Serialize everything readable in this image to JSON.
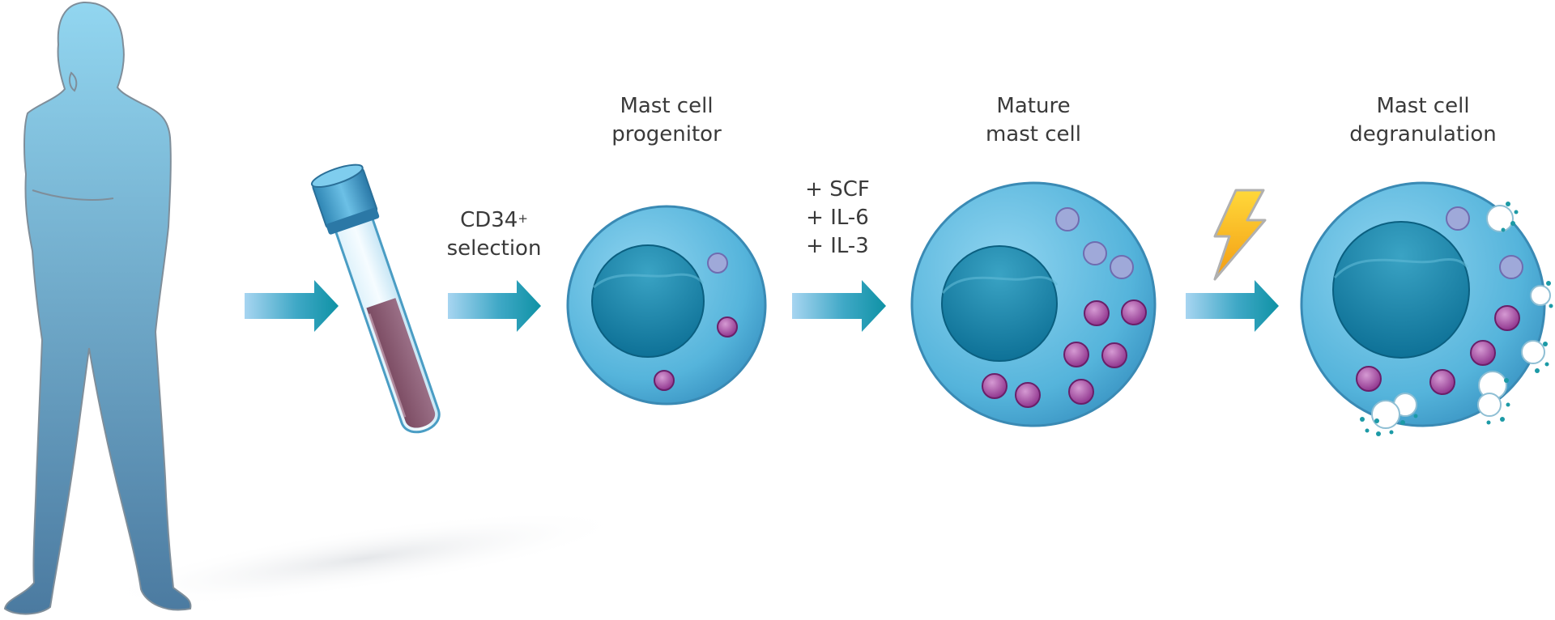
{
  "labels": {
    "selection": {
      "line1_prefix": "CD34",
      "line1_sup": "+",
      "line2": "selection"
    },
    "progenitor": {
      "line1": "Mast cell",
      "line2": "progenitor"
    },
    "factors": {
      "line1": "+ SCF",
      "line2": "+ IL-6",
      "line3": "+ IL-3"
    },
    "mature": {
      "line1": "Mature",
      "line2": "mast cell"
    },
    "degranulation": {
      "line1": "Mast cell",
      "line2": "degranulation"
    }
  },
  "colors": {
    "person_top": "#8dd3ee",
    "person_bottom": "#4e7ea3",
    "cell_body": "#5bb8de",
    "cell_edge": "#2f7fa8",
    "nucleus": "#0d7a9f",
    "granule": "#a0449a",
    "arrow_head": "#1497a8",
    "arrow_tail": "#9ecfee",
    "bolt": "#f6c21a"
  },
  "icons": [
    "person-silhouette-icon",
    "test-tube-icon",
    "lightning-bolt-icon"
  ]
}
